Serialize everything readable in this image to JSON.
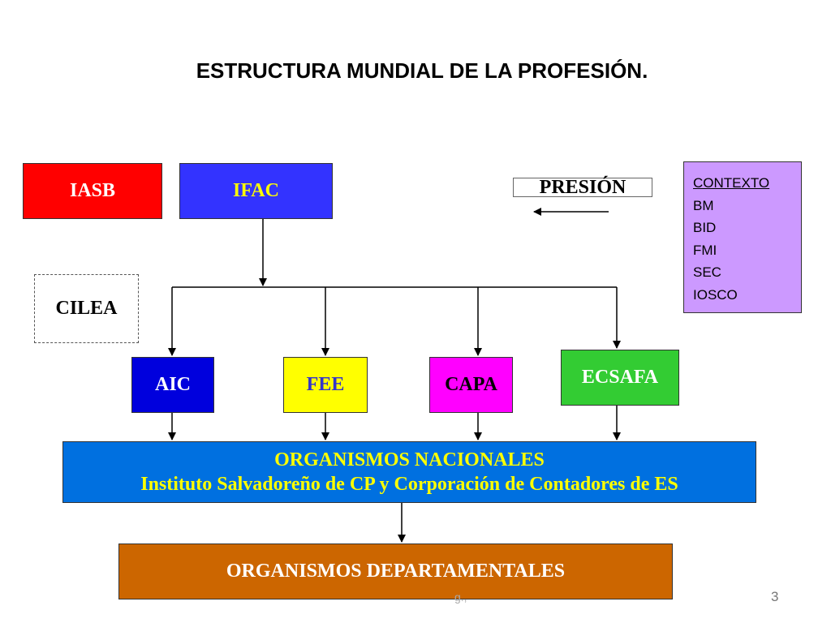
{
  "title": "ESTRUCTURA MUNDIAL DE LA PROFESIÓN.",
  "nodes": {
    "iasb": "IASB",
    "ifac": "IFAC",
    "cilea": "CILEA",
    "presion": "PRESIÓN",
    "aic": "AIC",
    "fee": "FEE",
    "capa": "CAPA",
    "ecsafa": "ECSAFA",
    "nacionales": {
      "line1": "ORGANISMOS NACIONALES",
      "line2": "Instituto Salvadoreño de CP y Corporación de Contadores de ES"
    },
    "departamentales": "ORGANISMOS DEPARTAMENTALES"
  },
  "contexto": {
    "heading": "CONTEXTO",
    "items": [
      "BM",
      "BID",
      "FMI",
      "SEC",
      "IOSCO"
    ]
  },
  "footer": {
    "text": "g.,",
    "page_number": "3"
  },
  "colors": {
    "iasb": "#ff0000",
    "ifac": "#3333ff",
    "aic": "#0000dd",
    "fee": "#ffff00",
    "capa": "#ff00ff",
    "ecsafa": "#33cc33",
    "nacionales": "#0070e0",
    "departamentales": "#cc6600",
    "contexto": "#cc99ff"
  }
}
